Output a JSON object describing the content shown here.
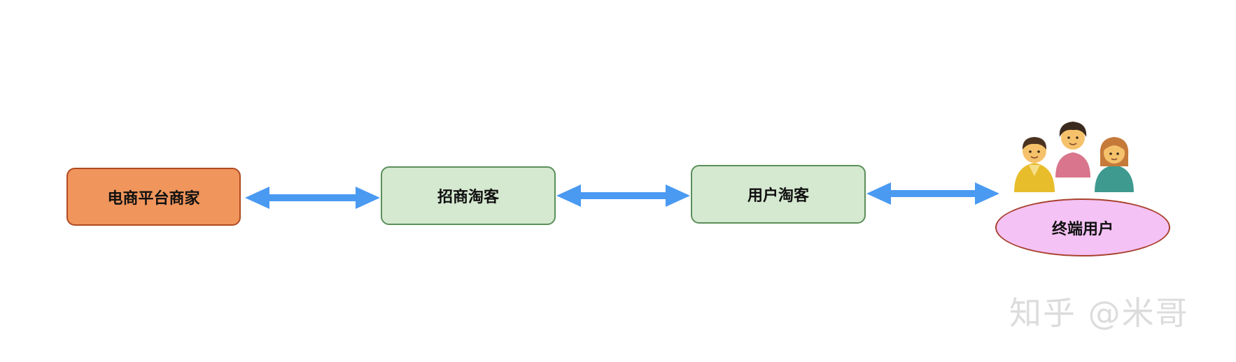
{
  "nodes": {
    "merchant": "电商平台商家",
    "recruit": "招商淘客",
    "user_taoke": "用户淘客",
    "end_user": "终端用户"
  },
  "icons": {
    "users_group": "people-group-icon"
  },
  "colors": {
    "arrow": "#4a9af2",
    "merchant_fill": "#f0955c",
    "taoke_fill": "#d5e8d0",
    "end_user_fill": "#f4c2f4"
  },
  "watermark": "知乎 @米哥"
}
